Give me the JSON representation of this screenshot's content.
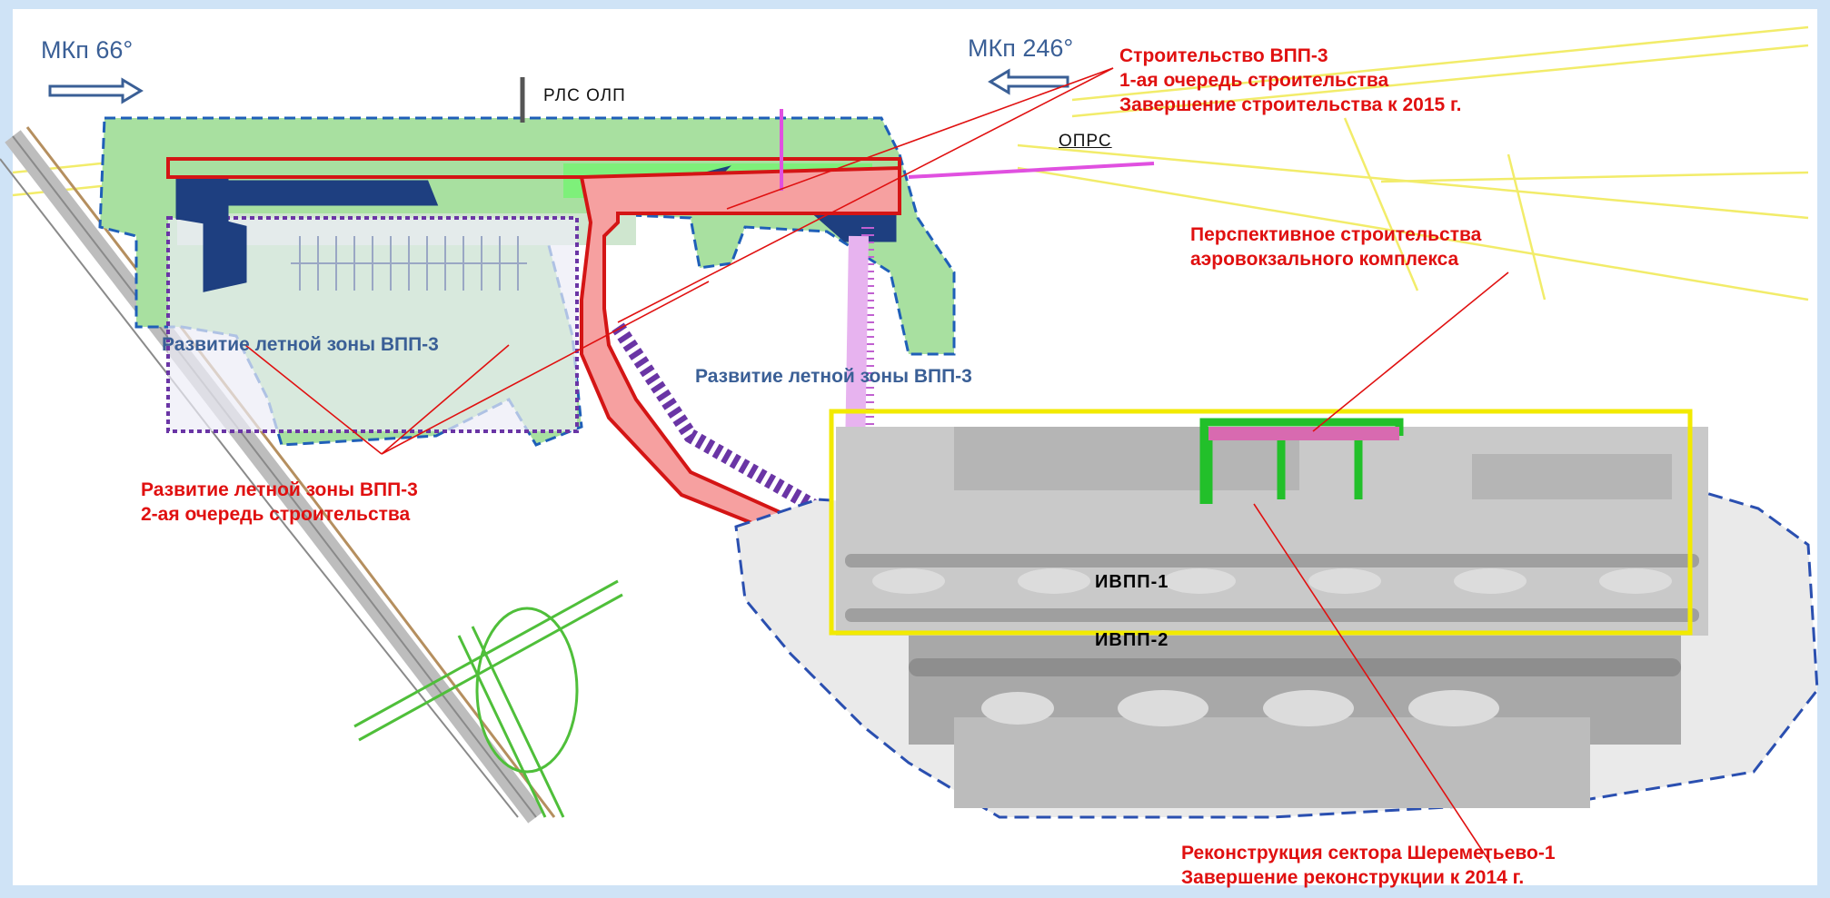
{
  "headings": {
    "west": "МКп 66°",
    "east": "МКп 246°"
  },
  "facilities": {
    "radar": "РЛС ОЛП",
    "beacon": "ОПРС"
  },
  "runways": {
    "r1": "ИВПП-1",
    "r2": "ИВПП-2"
  },
  "annotations": {
    "vpp3_phase1": {
      "l1": "Строительство ВПП-3",
      "l2": "1-ая очередь строительства",
      "l3": "Завершение строительства к 2015 г."
    },
    "terminal_future": {
      "l1": "Перспективное строительства",
      "l2": "аэровокзального комплекса"
    },
    "zone_west": "Развитие летной зоны ВПП-3",
    "zone_center": "Развитие летной зоны ВПП-3",
    "vpp3_phase2": {
      "l1": "Развитие летной зоны ВПП-3",
      "l2": "2-ая очередь строительства"
    },
    "sheremetyevo1": {
      "l1": "Реконструкция сектора Шереметьево-1",
      "l2": "Завершение реконструкции к 2014 г."
    }
  },
  "colors": {
    "construction_red": "#e01010",
    "zone_blue": "#1e3f80",
    "apron_gray": "#a8a8a8",
    "airfield_green": "#a8e0a0",
    "highlight_yellow": "#f2ea00",
    "terminal_green": "#22c02a",
    "boundary_blue": "#2a4fb0",
    "road_yellow": "#f2ec6a"
  }
}
